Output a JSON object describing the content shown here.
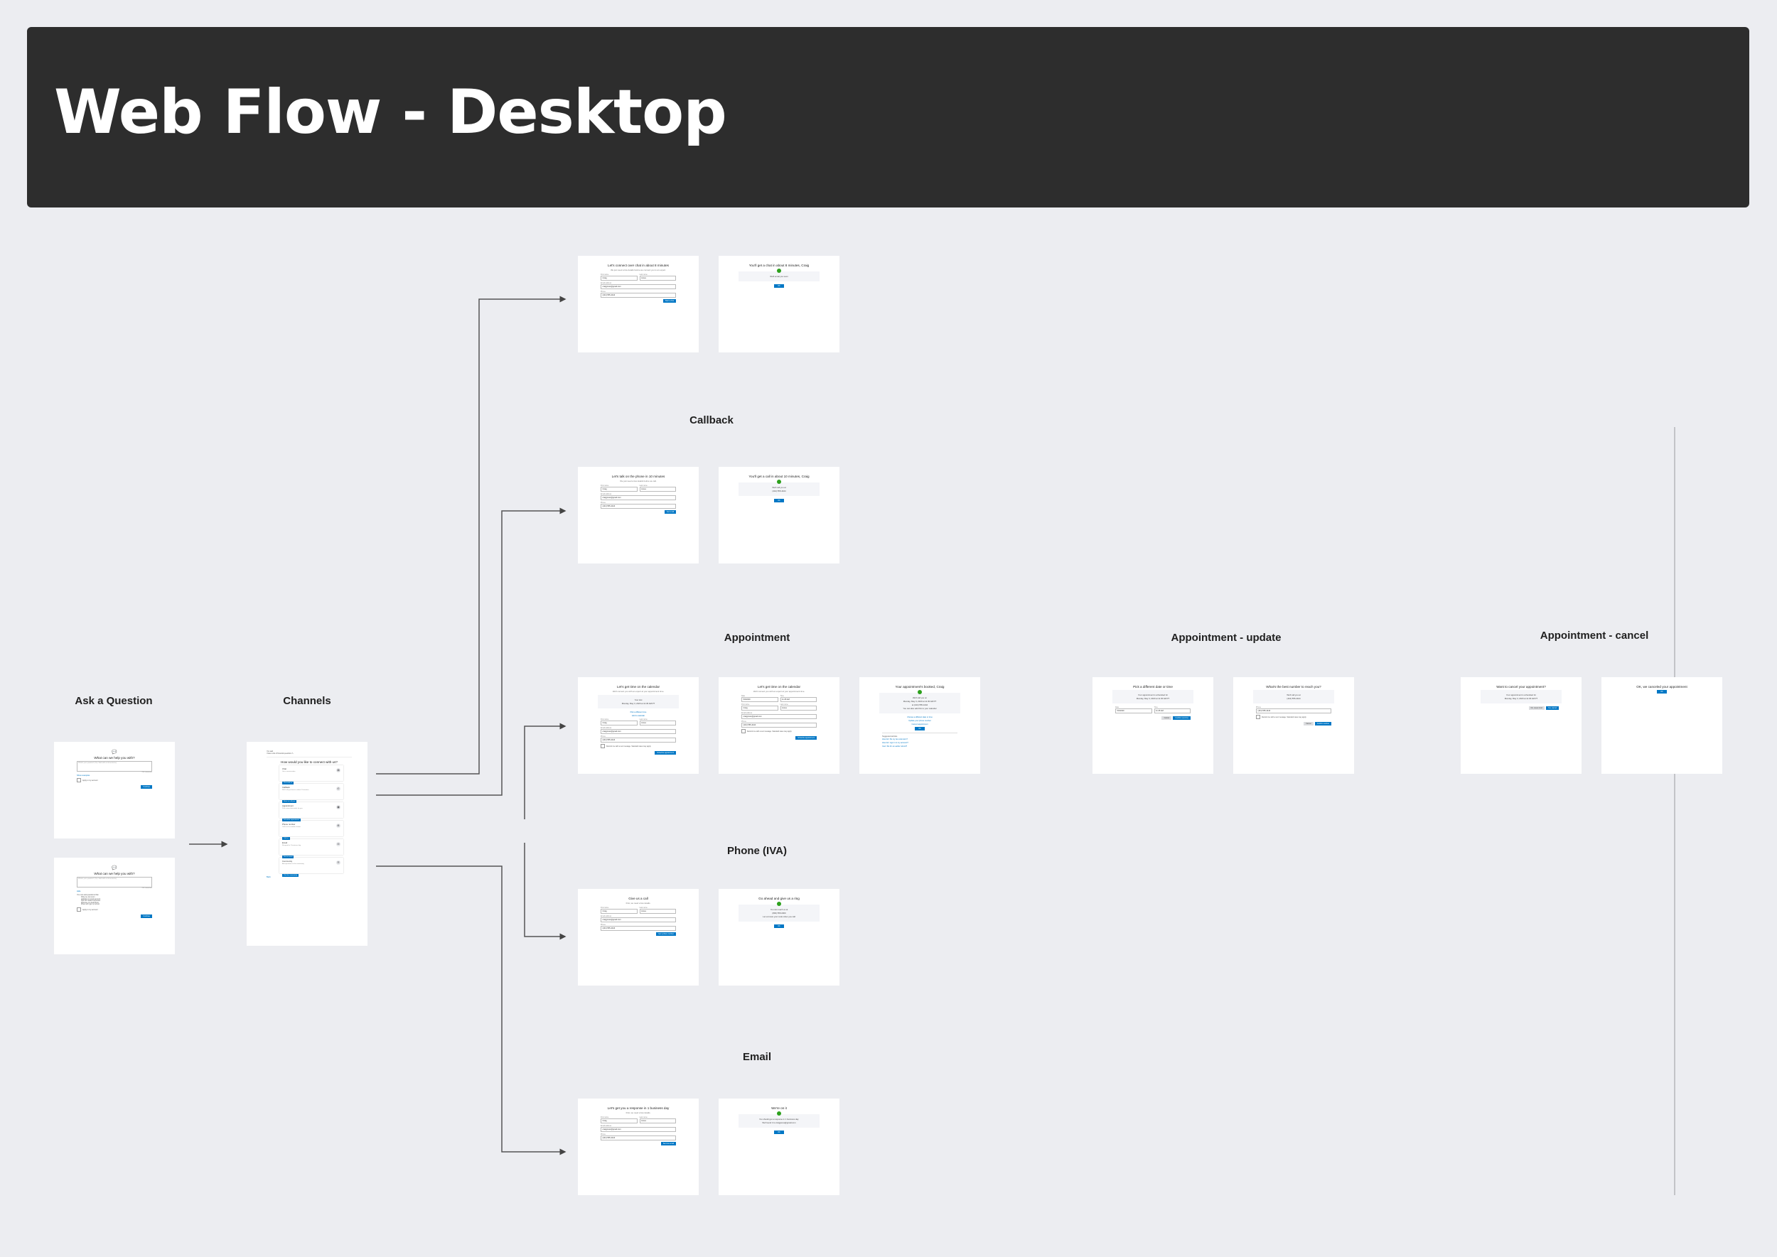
{
  "header": {
    "title": "Web Flow - Desktop"
  },
  "colors": {
    "background": "#ecedf1",
    "header": "#2d2d2d",
    "primary_button": "#0077c5",
    "success": "#2ca01c"
  },
  "section_labels": {
    "ask": "Ask a Question",
    "channels": "Channels",
    "callback": "Callback",
    "appointment": "Appointment",
    "appointment_update": "Appointment - update",
    "appointment_cancel": "Appointment - cancel",
    "phone": "Phone (IVA)",
    "email": "Email"
  },
  "screens": [
    {
      "name": "ask-question-screen",
      "items": [
        {
          "t": "icon",
          "icon": "chat-bubbles-icon",
          "text": "💬"
        },
        {
          "t": "title",
          "text": "What can we help you with?"
        },
        {
          "t": "textarea",
          "placeholder": "What's your question? (Tip: Start with a full sentence)",
          "count": "255 characters"
        },
        {
          "t": "link",
          "text": "Show examples",
          "left": true
        },
        {
          "t": "checkbox",
          "text": "Apply to my account"
        },
        {
          "t": "btns",
          "items": [
            {
              "text": "Continue"
            }
          ]
        }
      ]
    },
    {
      "name": "ask-question-examples-screen",
      "items": [
        {
          "t": "icon",
          "icon": "chat-bubbles-icon",
          "text": "💬"
        },
        {
          "t": "title",
          "text": "What can we help you with?"
        },
        {
          "t": "textarea",
          "placeholder": "What's your question? (Tip: Start with a full sentence)",
          "count": "255 characters"
        },
        {
          "t": "link",
          "text": "Hide",
          "left": true
        },
        {
          "t": "text",
          "text": "You can ask questions like:"
        },
        {
          "t": "list",
          "items": [
            "Filing my tax return",
            "Updating my bank account",
            "How do I deduct expenses",
            "What are my deductions",
            "When will I get my refund"
          ]
        },
        {
          "t": "checkbox",
          "text": "Apply to my account"
        },
        {
          "t": "btns",
          "items": [
            {
              "text": "Continue"
            }
          ]
        }
      ]
    },
    {
      "name": "channels-screen",
      "tall": true,
      "items": [
        {
          "t": "yousaid",
          "label": "You said",
          "text": "I have a list of financial questions"
        },
        {
          "t": "title",
          "text": "How would you like to connect with us?"
        },
        {
          "t": "card",
          "title": "Chat",
          "desc": "Get a conversation",
          "btn": "Chat with us",
          "icon": "chat-icon",
          "glyph": "▤"
        },
        {
          "t": "card",
          "title": "Callback",
          "desc": "We'll call you back in about 10 minutes",
          "btn": "Have us call you",
          "icon": "phone-icon",
          "glyph": "✆"
        },
        {
          "t": "card",
          "title": "Appointment",
          "desc": "Pick a time that works for you",
          "btn": "Schedule appointment",
          "icon": "calendar-icon",
          "glyph": "▦"
        },
        {
          "t": "card",
          "title": "Phone number",
          "desc": "Call us at a number shown",
          "btn": "Call us",
          "icon": "dialpad-icon",
          "glyph": "⊞"
        },
        {
          "t": "card",
          "title": "Email",
          "desc": "Respond in 1 business day",
          "btn": "Get an email",
          "icon": "mail-icon",
          "glyph": "✉"
        },
        {
          "t": "card",
          "title": "Community",
          "desc": "Ask questions in the community",
          "btn": "Visit the community",
          "icon": "community-icon",
          "glyph": "☷"
        },
        {
          "t": "link",
          "text": "Back",
          "left": true
        }
      ]
    },
    {
      "name": "chat-form-screen",
      "items": [
        {
          "t": "title",
          "text": "Let's connect over chat in about 8 minutes"
        },
        {
          "t": "sub",
          "text": "We just need a few details before we connect you to an expert."
        },
        {
          "t": "row",
          "fields": [
            {
              "label": "First name",
              "value": "Craig"
            },
            {
              "label": "Last name",
              "value": "Jones"
            }
          ]
        },
        {
          "t": "field",
          "label": "Email address",
          "value": "craigjones@gmail.com"
        },
        {
          "t": "field",
          "label": "Phone",
          "value": "(444) 555-4444"
        },
        {
          "t": "btns",
          "items": [
            {
              "text": "Start a chat"
            }
          ]
        }
      ]
    },
    {
      "name": "chat-confirm-screen",
      "items": [
        {
          "t": "title",
          "text": "You'll get a chat in about 8 minutes, Craig"
        },
        {
          "t": "check"
        },
        {
          "t": "box",
          "lines": [
            "We'll email you soon"
          ]
        },
        {
          "t": "btns",
          "center": true,
          "items": [
            {
              "text": "OK"
            }
          ]
        }
      ]
    },
    {
      "name": "callback-form-screen",
      "items": [
        {
          "t": "title",
          "text": "Let's talk on the phone in 10 minutes"
        },
        {
          "t": "sub",
          "text": "We just need a few details before we call."
        },
        {
          "t": "row",
          "fields": [
            {
              "label": "First name",
              "value": "Craig"
            },
            {
              "label": "Last name",
              "value": "Jones"
            }
          ]
        },
        {
          "t": "field",
          "label": "Email address",
          "value": "craigjones@gmail.com"
        },
        {
          "t": "field",
          "label": "Phone",
          "value": "(444) 555-4444"
        },
        {
          "t": "btns",
          "items": [
            {
              "text": "Get a call"
            }
          ]
        }
      ]
    },
    {
      "name": "callback-confirm-screen",
      "items": [
        {
          "t": "title",
          "text": "You'll get a call in about 10 minutes, Craig"
        },
        {
          "t": "check"
        },
        {
          "t": "box",
          "lines": [
            "We'll call you at",
            "(444) 555-4444"
          ]
        },
        {
          "t": "btns",
          "center": true,
          "items": [
            {
              "text": "OK"
            }
          ]
        }
      ]
    },
    {
      "name": "appointment-form-screen",
      "items": [
        {
          "t": "title",
          "text": "Let's get time on the calendar"
        },
        {
          "t": "sub",
          "text": "We'll connect you with an expert at your appointment time."
        },
        {
          "t": "box",
          "lines": [
            "Your slot",
            "Monday, May 3, 2020 at 11:45 AM PT"
          ]
        },
        {
          "t": "link",
          "text": "Pick a different time"
        },
        {
          "t": "link",
          "text": "Add to calendar"
        },
        {
          "t": "row",
          "fields": [
            {
              "label": "First name",
              "value": "Craig"
            },
            {
              "label": "Last name",
              "value": "Jones"
            }
          ]
        },
        {
          "t": "field",
          "label": "Email address",
          "value": "craigjones@gmail.com"
        },
        {
          "t": "field",
          "label": "Phone",
          "value": "(444) 555-4444"
        },
        {
          "t": "checkbox",
          "text": "Remind me with a text message. Standard rates may apply."
        },
        {
          "t": "btns",
          "items": [
            {
              "text": "Schedule appointment"
            }
          ]
        }
      ]
    },
    {
      "name": "appointment-datetime-screen",
      "items": [
        {
          "t": "title",
          "text": "Let's get time on the calendar"
        },
        {
          "t": "sub",
          "text": "We'll connect you with an expert at your appointment time."
        },
        {
          "t": "row",
          "fields": [
            {
              "label": "Date",
              "value": "5/3/2020"
            },
            {
              "label": "Time",
              "value": "11:45 AM"
            }
          ]
        },
        {
          "t": "row",
          "fields": [
            {
              "label": "First name",
              "value": "Craig"
            },
            {
              "label": "Last name",
              "value": "Jones"
            }
          ]
        },
        {
          "t": "field",
          "label": "Email address",
          "value": "craigjones@gmail.com"
        },
        {
          "t": "field",
          "label": "Phone",
          "value": "(444) 555-4444"
        },
        {
          "t": "checkbox",
          "text": "Remind me with a text message. Standard rates may apply."
        },
        {
          "t": "btns",
          "items": [
            {
              "text": "Schedule appointment"
            }
          ]
        }
      ]
    },
    {
      "name": "appointment-booked-screen",
      "items": [
        {
          "t": "title",
          "text": "Your appointment's booked, Craig"
        },
        {
          "t": "check"
        },
        {
          "t": "box",
          "lines": [
            "We'll call you on",
            "Monday, May 3, 2020 at 11:45 AM PT",
            "at (444) 555-4444",
            "You can also add this to your calendar"
          ]
        },
        {
          "t": "link",
          "text": "Choose a different date or time"
        },
        {
          "t": "link",
          "text": "Update your phone number"
        },
        {
          "t": "link",
          "text": "Cancel appointment"
        },
        {
          "t": "btns",
          "center": true,
          "items": [
            {
              "text": "OK"
            }
          ]
        },
        {
          "t": "hr"
        },
        {
          "t": "text",
          "text": "Suggested articles"
        },
        {
          "t": "link",
          "text": "How do I file my tax extension?",
          "left": true
        },
        {
          "t": "link",
          "text": "How do I sign in to my account?",
          "left": true
        },
        {
          "t": "link",
          "text": "Can I file for an earlier refund?",
          "left": true
        }
      ]
    },
    {
      "name": "appointment-update-time-screen",
      "items": [
        {
          "t": "title",
          "text": "Pick a different date or time"
        },
        {
          "t": "box",
          "lines": [
            "Your appointment is scheduled for",
            "Monday, May 3, 2020 at 11:45 AM PT"
          ]
        },
        {
          "t": "row",
          "fields": [
            {
              "label": "Date",
              "value": "5/3/2020"
            },
            {
              "label": "Time",
              "value": "11:45 AM"
            }
          ]
        },
        {
          "t": "btns",
          "items": [
            {
              "text": "Cancel",
              "grey": true
            },
            {
              "text": "Confirm new time"
            }
          ]
        }
      ]
    },
    {
      "name": "appointment-update-phone-screen",
      "items": [
        {
          "t": "title",
          "text": "What's the best number to reach you?"
        },
        {
          "t": "box",
          "lines": [
            "We'll call you at",
            "(444) 555-4444"
          ]
        },
        {
          "t": "field",
          "label": "Phone",
          "value": "(444) 555-4444"
        },
        {
          "t": "checkbox",
          "text": "Remind me with a text message. Standard rates may apply."
        },
        {
          "t": "btns",
          "items": [
            {
              "text": "Cancel",
              "grey": true
            },
            {
              "text": "Confirm number"
            }
          ]
        }
      ]
    },
    {
      "name": "appointment-cancel-screen",
      "items": [
        {
          "t": "title",
          "text": "Want to cancel your appointment?"
        },
        {
          "t": "box",
          "lines": [
            "Your appointment is scheduled for",
            "Monday, May 3, 2020 at 11:45 AM PT"
          ]
        },
        {
          "t": "btns",
          "items": [
            {
              "text": "No, never mind",
              "grey": true
            },
            {
              "text": "Yes, cancel"
            }
          ]
        }
      ]
    },
    {
      "name": "appointment-canceled-screen",
      "items": [
        {
          "t": "title",
          "text": "OK, we canceled your appointment"
        },
        {
          "t": "btns",
          "center": true,
          "items": [
            {
              "text": "OK"
            }
          ]
        }
      ]
    },
    {
      "name": "phone-form-screen",
      "items": [
        {
          "t": "title",
          "text": "Give us a call"
        },
        {
          "t": "sub",
          "text": "First, we need a few details."
        },
        {
          "t": "row",
          "fields": [
            {
              "label": "First name",
              "value": "Craig"
            },
            {
              "label": "Last name",
              "value": "Jones"
            }
          ]
        },
        {
          "t": "field",
          "label": "Email address",
          "value": "craigjones@gmail.com"
        },
        {
          "t": "field",
          "label": "Phone",
          "value": "(444) 555-4444"
        },
        {
          "t": "btns",
          "items": [
            {
              "text": "Get a phone number"
            }
          ]
        }
      ]
    },
    {
      "name": "phone-confirm-screen",
      "items": [
        {
          "t": "title",
          "text": "Go ahead and give us a ring"
        },
        {
          "t": "check"
        },
        {
          "t": "box",
          "lines": [
            "You can reach us at",
            "(800) 555-0000",
            "Let us know your code when you call"
          ]
        },
        {
          "t": "btns",
          "center": true,
          "items": [
            {
              "text": "OK"
            }
          ]
        }
      ]
    },
    {
      "name": "email-form-screen",
      "items": [
        {
          "t": "title",
          "text": "Let's get you a response in 1 business day"
        },
        {
          "t": "sub",
          "text": "First, we need a few details."
        },
        {
          "t": "row",
          "fields": [
            {
              "label": "First name",
              "value": "Craig"
            },
            {
              "label": "Last name",
              "value": "Jones"
            }
          ]
        },
        {
          "t": "field",
          "label": "Email address",
          "value": "craigjones@gmail.com"
        },
        {
          "t": "field",
          "label": "Phone",
          "value": "(444) 555-4444"
        },
        {
          "t": "btns",
          "items": [
            {
              "text": "Send an email"
            }
          ]
        }
      ]
    },
    {
      "name": "email-confirm-screen",
      "items": [
        {
          "t": "title",
          "text": "We're on it"
        },
        {
          "t": "check"
        },
        {
          "t": "box",
          "lines": [
            "You should get a response in 1 business day.",
            "We'll send it to craigjones@gmail.com"
          ]
        },
        {
          "t": "btns",
          "center": true,
          "items": [
            {
              "text": "OK"
            }
          ]
        }
      ]
    }
  ]
}
